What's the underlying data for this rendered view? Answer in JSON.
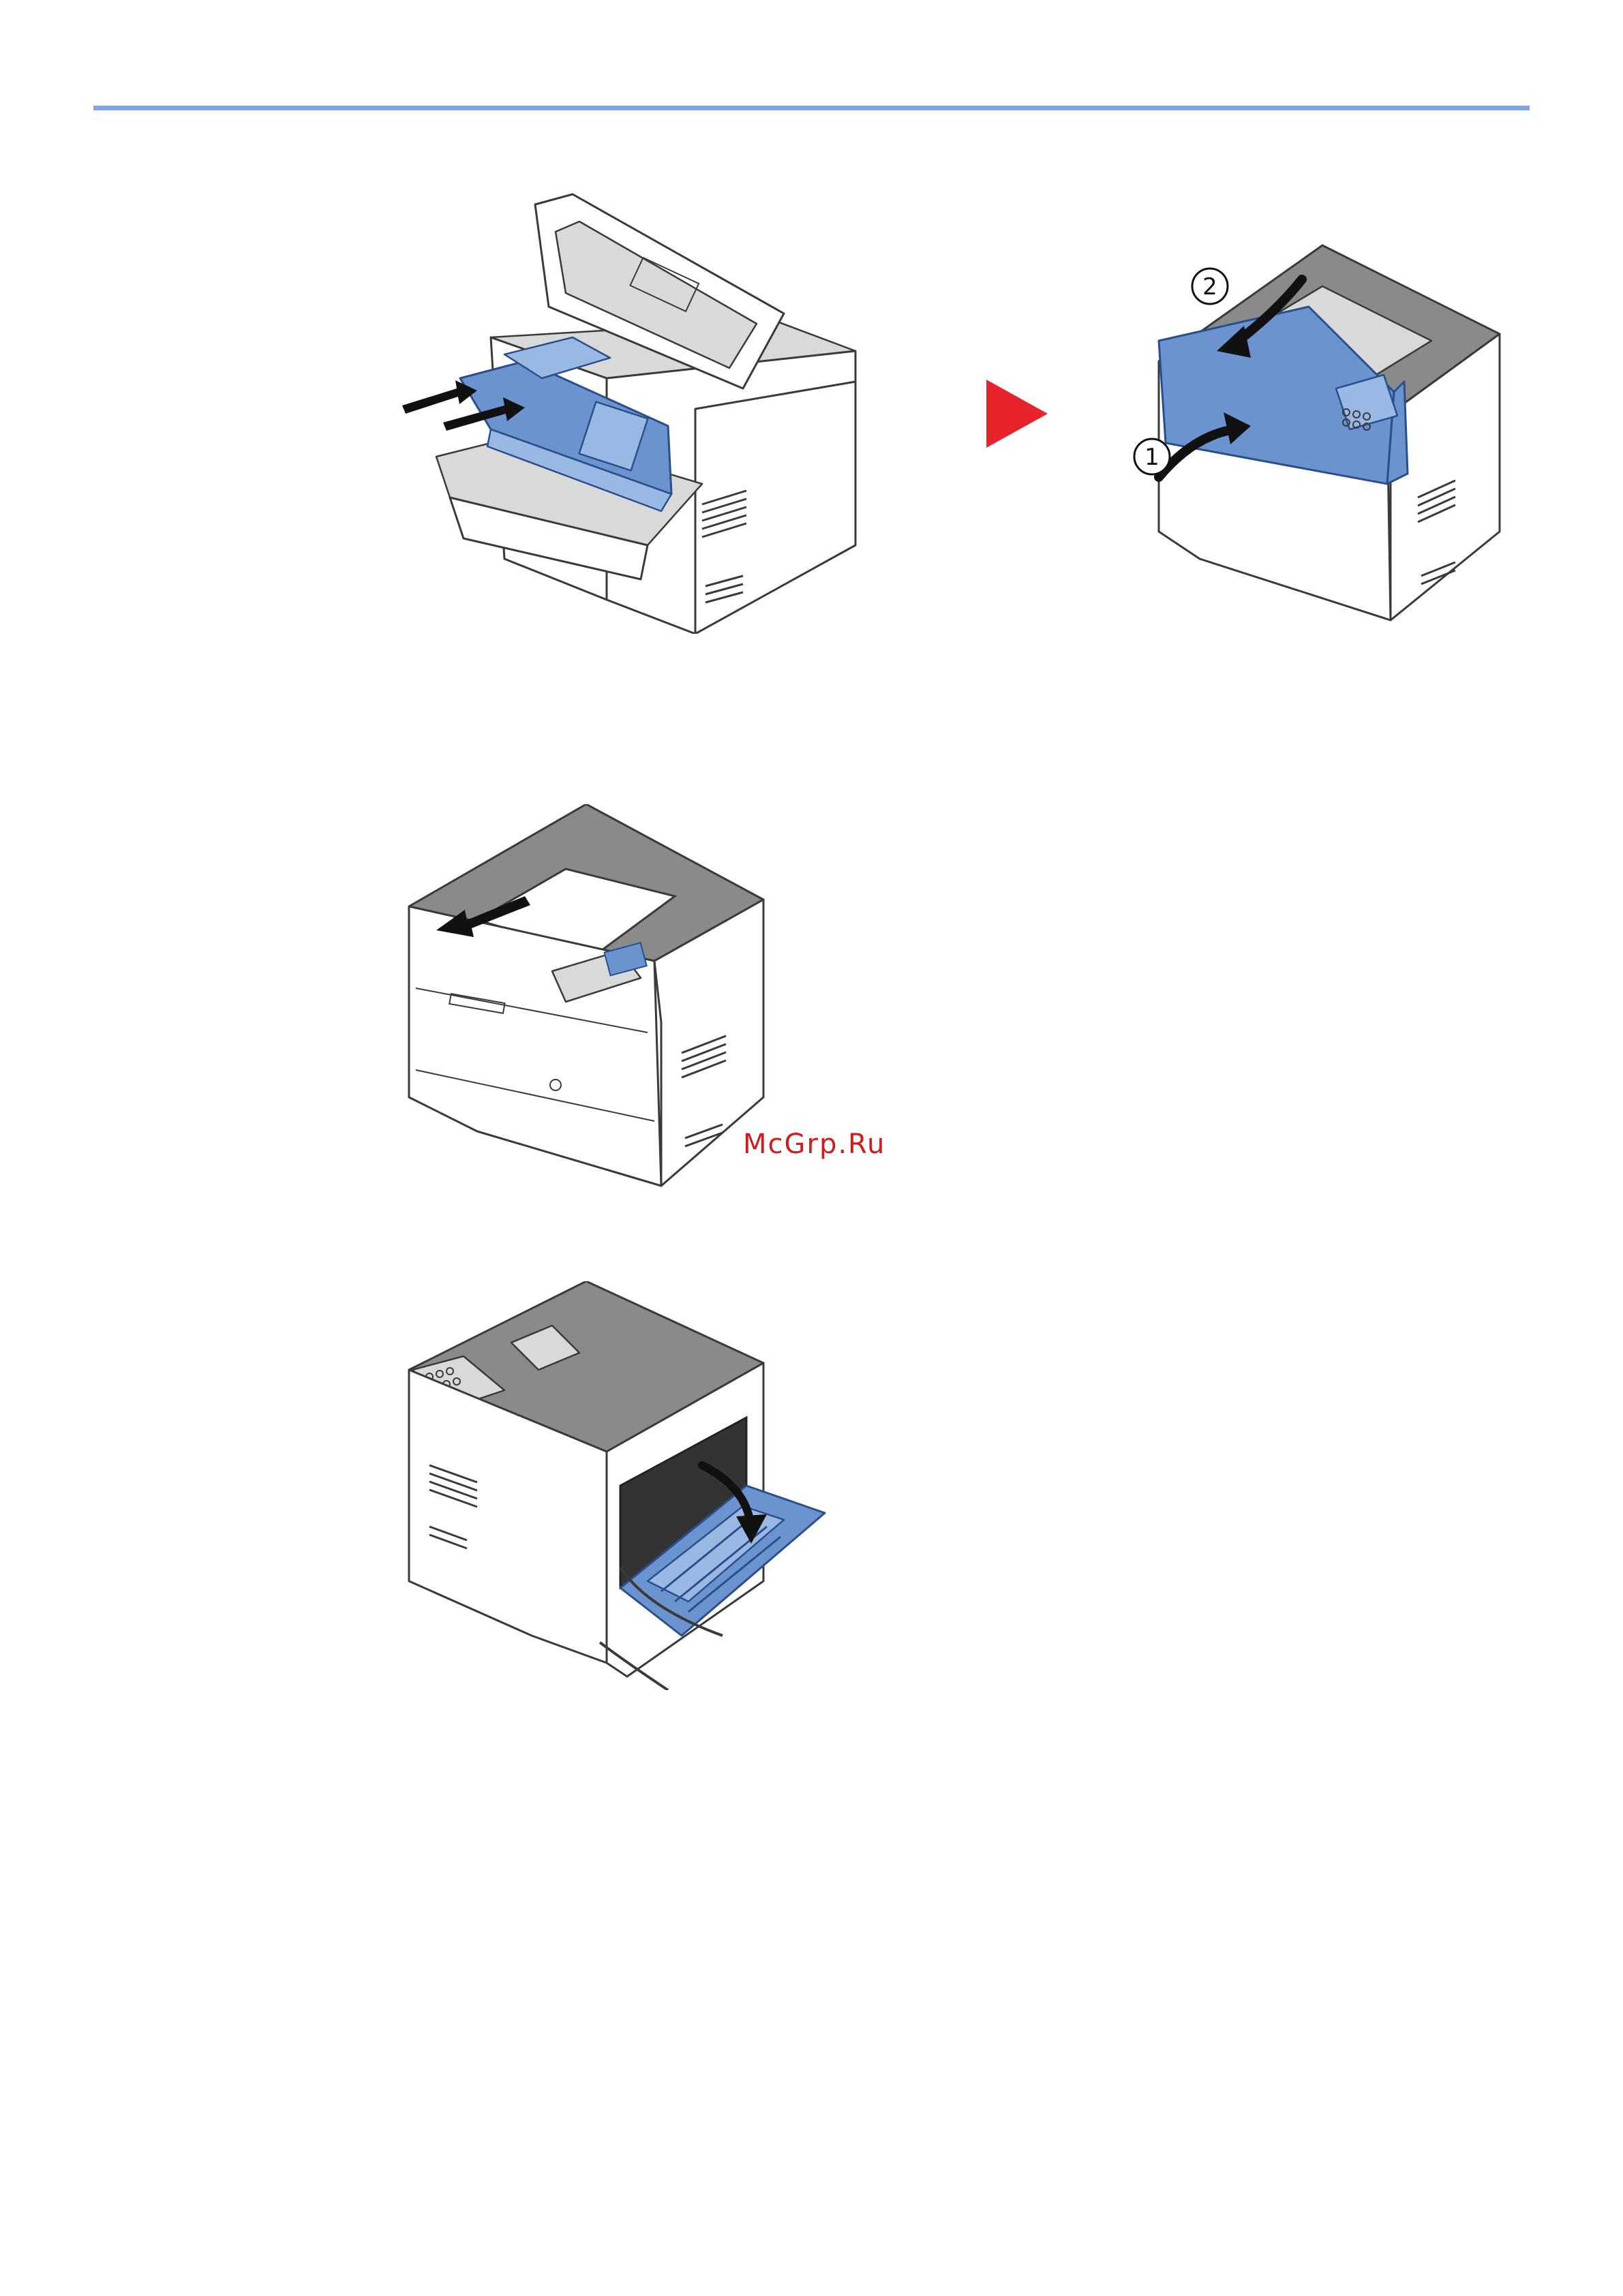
{
  "page": {
    "accent_color": "#7ea6e8",
    "arrow_color": "#e8232b",
    "watermark": "McGrp.Ru"
  },
  "figures": {
    "toner_install": {
      "icon": "printer-toner-install-illustration"
    },
    "close_cover": {
      "icon": "printer-close-cover-illustration",
      "step_one": "1",
      "step_two": "2"
    },
    "remove_paper": {
      "icon": "printer-remove-paper-illustration"
    },
    "rear_cover": {
      "icon": "printer-rear-cover-open-illustration"
    }
  }
}
